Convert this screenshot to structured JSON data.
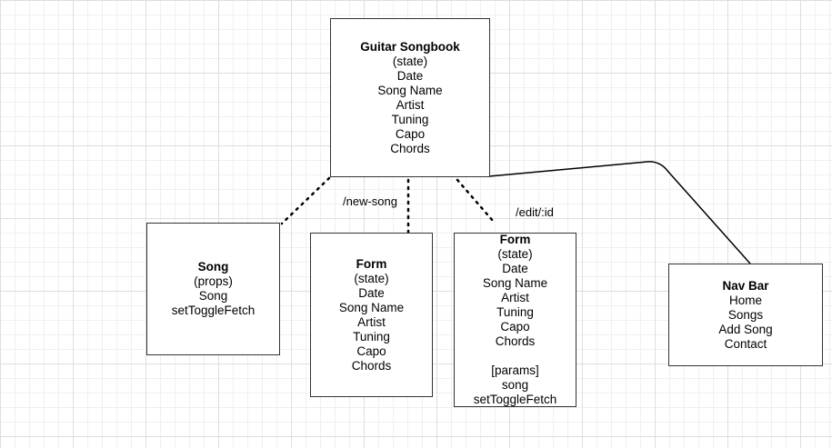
{
  "nodes": {
    "songbook": {
      "title": "Guitar Songbook",
      "lines": [
        "(state)",
        "Date",
        "Song Name",
        "Artist",
        "Tuning",
        "Capo",
        "Chords"
      ]
    },
    "song": {
      "title": "Song",
      "lines": [
        "(props)",
        "Song",
        "setToggleFetch"
      ]
    },
    "form_new": {
      "title": "Form",
      "lines": [
        "(state)",
        "Date",
        "Song Name",
        "Artist",
        "Tuning",
        "Capo",
        "Chords"
      ]
    },
    "form_edit": {
      "title": "Form",
      "lines": [
        "(state)",
        "Date",
        "Song Name",
        "Artist",
        "Tuning",
        "Capo",
        "Chords"
      ],
      "extra_lines": [
        "[params]",
        "song",
        "setToggleFetch"
      ]
    },
    "navbar": {
      "title": "Nav Bar",
      "lines": [
        "Home",
        "Songs",
        "Add Song",
        "Contact"
      ]
    }
  },
  "edges": {
    "new_song_label": "/new-song",
    "edit_label": "/edit/:id"
  }
}
